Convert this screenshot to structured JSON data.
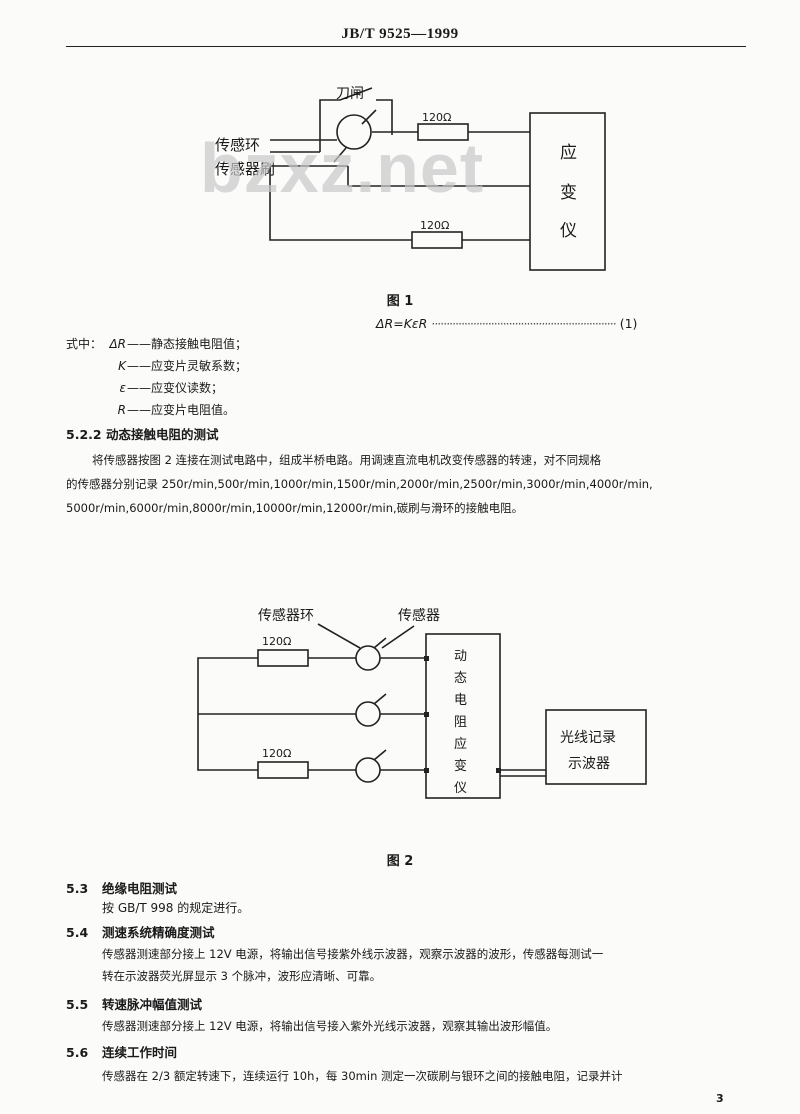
{
  "header": {
    "standard_no": "JB/T 9525—1999"
  },
  "watermark": "bzxz.net",
  "figure1": {
    "caption": "图 1",
    "labels": {
      "switch": "刀闸",
      "ring": "传感环",
      "brush": "传感器刷",
      "resistor_top": "120Ω",
      "resistor_bottom": "120Ω",
      "meter": [
        "应",
        "变",
        "仪"
      ]
    }
  },
  "formula": {
    "expr": "ΔR=KεR",
    "dots": "······························································",
    "number": "(1)"
  },
  "where": {
    "lead": "式中：",
    "items": [
      {
        "symbol": "ΔR",
        "desc": "——静态接触电阻值；"
      },
      {
        "symbol": "K",
        "desc": "——应变片灵敏系数；"
      },
      {
        "symbol": "ε",
        "desc": "——应变仪读数；"
      },
      {
        "symbol": "R",
        "desc": "——应变片电阻值。"
      }
    ]
  },
  "s522": {
    "number": "5.2.2",
    "title": "动态接触电阻的测试",
    "lines": [
      "将传感器按图 2 连接在测试电路中，组成半桥电路。用调速直流电机改变传感器的转速，对不同规格",
      "的传感器分别记录 250r/min,500r/min,1000r/min,1500r/min,2000r/min,2500r/min,3000r/min,4000r/min,",
      "5000r/min,6000r/min,8000r/min,10000r/min,12000r/min,碳刷与滑环的接触电阻。"
    ]
  },
  "figure2": {
    "caption": "图 2",
    "labels": {
      "ring": "传感器环",
      "sensor": "传感器",
      "resistor_top": "120Ω",
      "resistor_bottom": "120Ω",
      "amplifier": [
        "动",
        "态",
        "电",
        "阻",
        "应",
        "变",
        "仪"
      ],
      "recorder_line1": "光线记录",
      "recorder_line2": "示波器"
    }
  },
  "sections": [
    {
      "number": "5.3",
      "title": "绝缘电阻测试",
      "lines": [
        "按 GB/T 998 的规定进行。"
      ]
    },
    {
      "number": "5.4",
      "title": "测速系统精确度测试",
      "lines": [
        "传感器测速部分接上 12V 电源，将输出信号接紫外线示波器，观察示波器的波形，传感器每测试一",
        "转在示波器荧光屏显示 3 个脉冲，波形应清晰、可靠。"
      ]
    },
    {
      "number": "5.5",
      "title": "转速脉冲幅值测试",
      "lines": [
        "传感器测速部分接上 12V 电源，将输出信号接入紫外光线示波器，观察其输出波形幅值。"
      ]
    },
    {
      "number": "5.6",
      "title": "连续工作时间",
      "lines": [
        "传感器在 2/3 额定转速下，连续运行 10h，每 30min 测定一次碳刷与银环之间的接触电阻，记录并计"
      ]
    }
  ],
  "page_number": "3"
}
